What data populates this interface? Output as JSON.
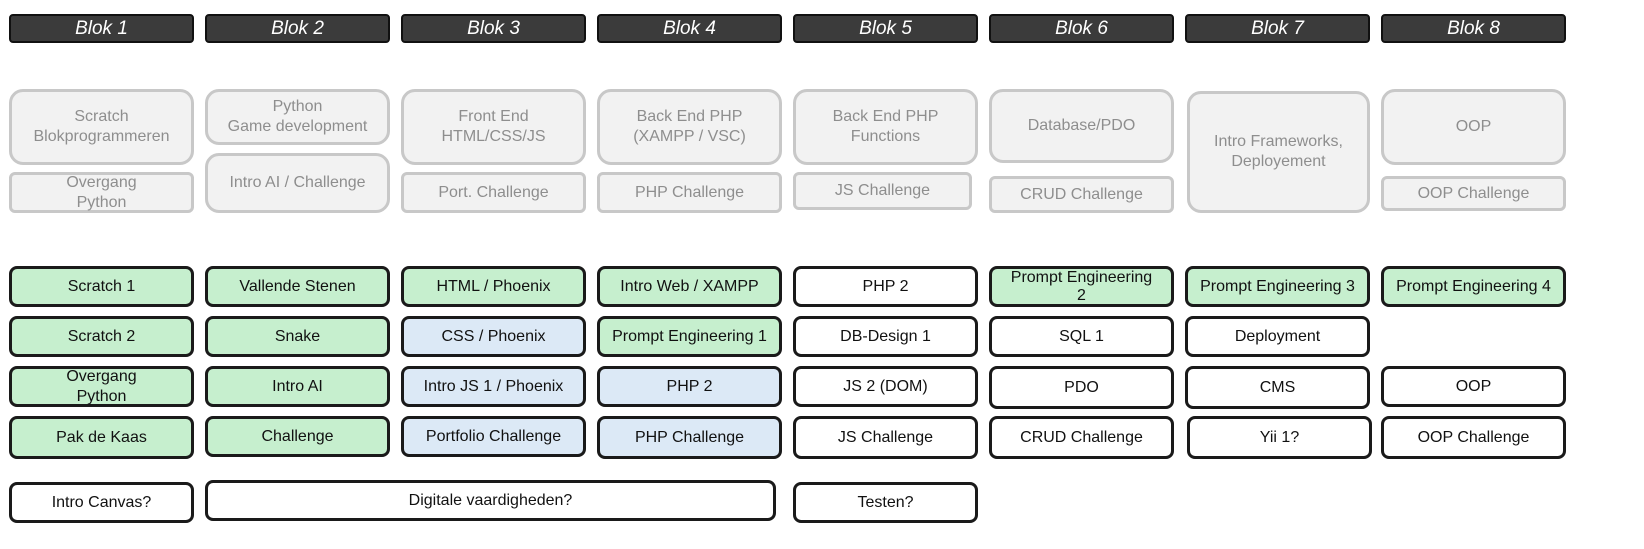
{
  "headers": [
    "Blok 1",
    "Blok 2",
    "Blok 3",
    "Blok 4",
    "Blok 5",
    "Blok 6",
    "Blok 7",
    "Blok 8"
  ],
  "overview": {
    "main": [
      "Scratch\nBlokprogrammeren",
      "Python\nGame development",
      "Front End\nHTML/CSS/JS",
      "Back End PHP\n(XAMPP / VSC)",
      "Back End PHP\nFunctions",
      "Database/PDO",
      "Intro Frameworks,\nDeployement",
      "OOP"
    ],
    "challenge": [
      "Overgang\nPython",
      "Intro AI / Challenge",
      "Port. Challenge",
      "PHP Challenge",
      "JS Challenge",
      "CRUD Challenge",
      "",
      "OOP Challenge"
    ]
  },
  "grid": {
    "col1": [
      "Scratch 1",
      "Scratch 2",
      "Overgang\nPython",
      "Pak de Kaas"
    ],
    "col2": [
      "Vallende Stenen",
      "Snake",
      "Intro AI",
      "Challenge"
    ],
    "col3": [
      "HTML / Phoenix",
      "CSS / Phoenix",
      "Intro JS 1 / Phoenix",
      "Portfolio Challenge"
    ],
    "col4": [
      "Intro Web / XAMPP",
      "Prompt Engineering 1",
      "PHP 2",
      "PHP Challenge"
    ],
    "col5": [
      "PHP 2",
      "DB-Design 1",
      "JS 2 (DOM)",
      "JS Challenge"
    ],
    "col6": [
      "Prompt  Engineering\n2",
      "SQL 1",
      "PDO",
      "CRUD Challenge"
    ],
    "col7": [
      "Prompt Engineering 3",
      "Deployment",
      "CMS",
      "Yii 1?"
    ],
    "col8": [
      "Prompt Engineering 4",
      "",
      "OOP",
      "OOP Challenge"
    ]
  },
  "extras": [
    "Intro Canvas?",
    "Digitale vaardigheden?",
    "Testen?"
  ],
  "colors": {
    "header_bg": "#3b3b3b",
    "overview_bg": "#f2f2f2",
    "green": "#c6efce",
    "blue": "#dce9f6",
    "white": "#ffffff"
  }
}
